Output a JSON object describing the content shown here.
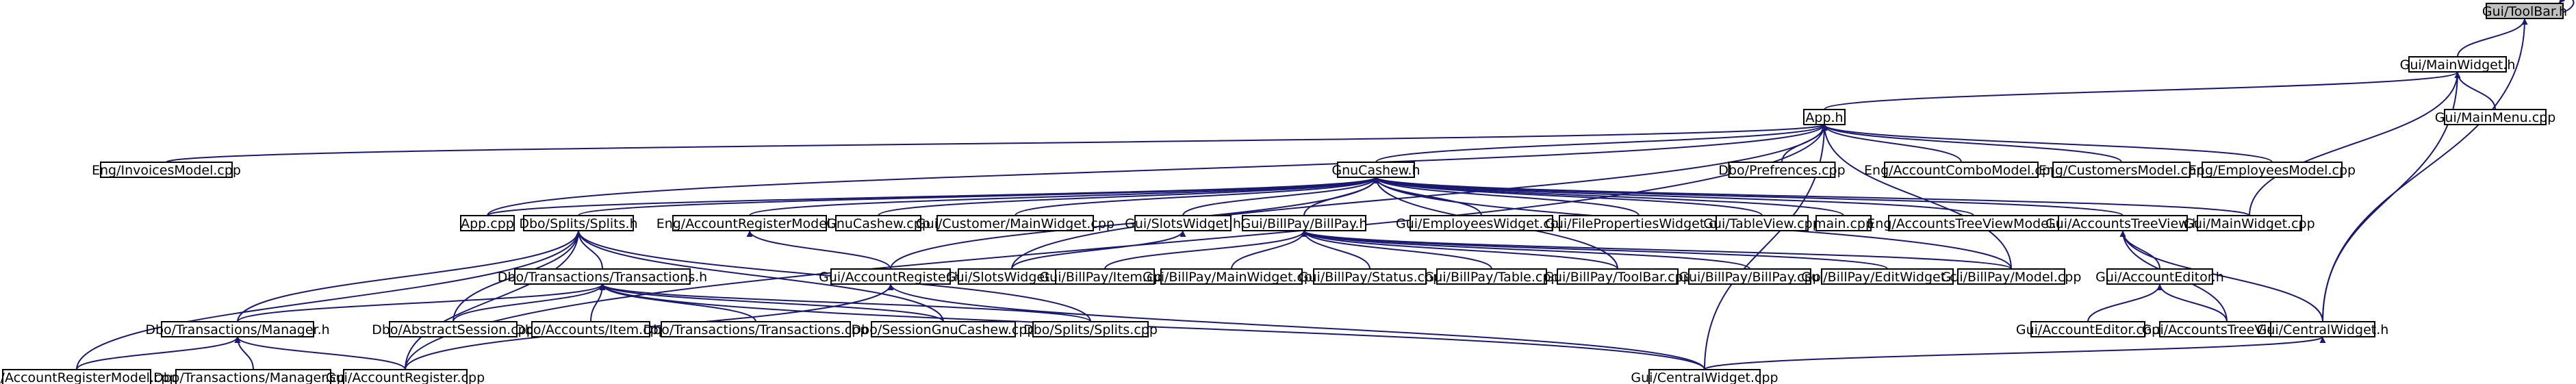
{
  "graph": {
    "root": "Gui/ToolBar.h",
    "edge_color": "#191970",
    "root_fill": "#bfbfbf",
    "nodes": [
      {
        "id": "toolbar_h",
        "label": "Gui/ToolBar.h"
      },
      {
        "id": "mainwidget_h",
        "label": "Gui/MainWidget.h"
      },
      {
        "id": "app_h",
        "label": "App.h"
      },
      {
        "id": "mainmenu_cpp",
        "label": "Gui/MainMenu.cpp"
      },
      {
        "id": "invoicesmodel_cpp",
        "label": "Eng/InvoicesModel.cpp"
      },
      {
        "id": "gnucashew_h",
        "label": "GnuCashew.h"
      },
      {
        "id": "prefrences_cpp",
        "label": "Dbo/Prefrences.cpp"
      },
      {
        "id": "accountcombomodel_cpp",
        "label": "Eng/AccountComboModel.cpp"
      },
      {
        "id": "customersmodel_cpp",
        "label": "Eng/CustomersModel.cpp"
      },
      {
        "id": "employeesmodel_cpp",
        "label": "Eng/EmployeesModel.cpp"
      },
      {
        "id": "app_cpp",
        "label": "App.cpp"
      },
      {
        "id": "splits_h",
        "label": "Dbo/Splits/Splits.h"
      },
      {
        "id": "accountregistermodel_h",
        "label": "Eng/AccountRegisterModel.h"
      },
      {
        "id": "gnucashew_cpp",
        "label": "GnuCashew.cpp"
      },
      {
        "id": "customer_mainwidget_cpp",
        "label": "Gui/Customer/MainWidget.cpp"
      },
      {
        "id": "slotswidget_h",
        "label": "Gui/SlotsWidget.h"
      },
      {
        "id": "billpay_h",
        "label": "Gui/BillPay/BillPay.h"
      },
      {
        "id": "employeeswidget_cpp",
        "label": "Gui/EmployeesWidget.cpp"
      },
      {
        "id": "filepropertieswidget_cpp",
        "label": "Gui/FilePropertiesWidget.cpp"
      },
      {
        "id": "tableview_cpp",
        "label": "Gui/TableView.cpp"
      },
      {
        "id": "main_cpp",
        "label": "main.cpp"
      },
      {
        "id": "accountstreeviewmodel_cpp",
        "label": "Eng/AccountsTreeViewModel.cpp"
      },
      {
        "id": "accountstreeview_h",
        "label": "Gui/AccountsTreeView.h"
      },
      {
        "id": "mainwidget_cpp",
        "label": "Gui/MainWidget.cpp"
      },
      {
        "id": "transactions_h",
        "label": "Dbo/Transactions/Transactions.h"
      },
      {
        "id": "accountregister_h",
        "label": "Gui/AccountRegister.h"
      },
      {
        "id": "slotswidget_cpp",
        "label": "Gui/SlotsWidget.cpp"
      },
      {
        "id": "billpay_item_cpp",
        "label": "Gui/BillPay/Item.cpp"
      },
      {
        "id": "billpay_mainwidget_cpp",
        "label": "Gui/BillPay/MainWidget.cpp"
      },
      {
        "id": "billpay_status_cpp",
        "label": "Gui/BillPay/Status.cpp"
      },
      {
        "id": "billpay_table_cpp",
        "label": "Gui/BillPay/Table.cpp"
      },
      {
        "id": "billpay_toolbar_cpp",
        "label": "Gui/BillPay/ToolBar.cpp"
      },
      {
        "id": "billpay_billpay_cpp",
        "label": "Gui/BillPay/BillPay.cpp"
      },
      {
        "id": "billpay_editwidget_cpp",
        "label": "Gui/BillPay/EditWidget.cpp"
      },
      {
        "id": "billpay_model_cpp",
        "label": "Gui/BillPay/Model.cpp"
      },
      {
        "id": "accounteditor_h",
        "label": "Gui/AccountEditor.h"
      },
      {
        "id": "manager_h",
        "label": "Dbo/Transactions/Manager.h"
      },
      {
        "id": "abstractsession_cpp",
        "label": "Dbo/AbstractSession.cpp"
      },
      {
        "id": "accounts_item_cpp",
        "label": "Dbo/Accounts/Item.cpp"
      },
      {
        "id": "transactions_cpp",
        "label": "Dbo/Transactions/Transactions.cpp"
      },
      {
        "id": "sessiongnucashew_cpp",
        "label": "Dbo/SessionGnuCashew.cpp"
      },
      {
        "id": "splits_cpp",
        "label": "Dbo/Splits/Splits.cpp"
      },
      {
        "id": "accounteditor_cpp",
        "label": "Gui/AccountEditor.cpp"
      },
      {
        "id": "accountstreeview_cpp",
        "label": "Gui/AccountsTreeView.cpp"
      },
      {
        "id": "centralwidget_h",
        "label": "Gui/CentralWidget.h"
      },
      {
        "id": "accountregistermodel_cpp",
        "label": "Eng/AccountRegisterModel.cpp"
      },
      {
        "id": "manager_cpp",
        "label": "Dbo/Transactions/Manager.cpp"
      },
      {
        "id": "accountregister_cpp",
        "label": "Gui/AccountRegister.cpp"
      },
      {
        "id": "centralwidget_cpp",
        "label": "Gui/CentralWidget.cpp"
      }
    ],
    "edges": [
      [
        "toolbar_h",
        "toolbar_h"
      ],
      [
        "toolbar_h",
        "mainwidget_h"
      ],
      [
        "toolbar_h",
        "centralwidget_h"
      ],
      [
        "mainwidget_h",
        "app_h"
      ],
      [
        "mainwidget_h",
        "mainmenu_cpp"
      ],
      [
        "mainwidget_h",
        "mainwidget_cpp"
      ],
      [
        "mainwidget_h",
        "centralwidget_h"
      ],
      [
        "app_h",
        "invoicesmodel_cpp"
      ],
      [
        "app_h",
        "gnucashew_h"
      ],
      [
        "app_h",
        "prefrences_cpp"
      ],
      [
        "app_h",
        "accountcombomodel_cpp"
      ],
      [
        "app_h",
        "customersmodel_cpp"
      ],
      [
        "app_h",
        "employeesmodel_cpp"
      ],
      [
        "app_h",
        "app_cpp"
      ],
      [
        "app_h",
        "slotswidget_cpp"
      ],
      [
        "app_h",
        "billpay_model_cpp"
      ],
      [
        "app_h",
        "accountregister_cpp"
      ],
      [
        "app_h",
        "centralwidget_cpp"
      ],
      [
        "gnucashew_h",
        "app_cpp"
      ],
      [
        "gnucashew_h",
        "splits_h"
      ],
      [
        "gnucashew_h",
        "accountregistermodel_h"
      ],
      [
        "gnucashew_h",
        "gnucashew_cpp"
      ],
      [
        "gnucashew_h",
        "customer_mainwidget_cpp"
      ],
      [
        "gnucashew_h",
        "slotswidget_h"
      ],
      [
        "gnucashew_h",
        "billpay_h"
      ],
      [
        "gnucashew_h",
        "employeeswidget_cpp"
      ],
      [
        "gnucashew_h",
        "filepropertieswidget_cpp"
      ],
      [
        "gnucashew_h",
        "tableview_cpp"
      ],
      [
        "gnucashew_h",
        "main_cpp"
      ],
      [
        "gnucashew_h",
        "accountstreeviewmodel_cpp"
      ],
      [
        "gnucashew_h",
        "accountstreeview_h"
      ],
      [
        "gnucashew_h",
        "mainwidget_cpp"
      ],
      [
        "gnucashew_h",
        "accountregister_h"
      ],
      [
        "gnucashew_h",
        "billpay_toolbar_cpp"
      ],
      [
        "gnucashew_h",
        "billpay_model_cpp"
      ],
      [
        "splits_h",
        "transactions_h"
      ],
      [
        "splits_h",
        "manager_h"
      ],
      [
        "splits_h",
        "abstractsession_cpp"
      ],
      [
        "splits_h",
        "sessiongnucashew_cpp"
      ],
      [
        "splits_h",
        "splits_cpp"
      ],
      [
        "splits_h",
        "accountregistermodel_cpp"
      ],
      [
        "splits_h",
        "accountregister_cpp"
      ],
      [
        "accountregistermodel_h",
        "accountregister_h"
      ],
      [
        "slotswidget_h",
        "slotswidget_cpp"
      ],
      [
        "billpay_h",
        "billpay_item_cpp"
      ],
      [
        "billpay_h",
        "billpay_mainwidget_cpp"
      ],
      [
        "billpay_h",
        "billpay_status_cpp"
      ],
      [
        "billpay_h",
        "billpay_table_cpp"
      ],
      [
        "billpay_h",
        "billpay_toolbar_cpp"
      ],
      [
        "billpay_h",
        "billpay_billpay_cpp"
      ],
      [
        "billpay_h",
        "billpay_editwidget_cpp"
      ],
      [
        "billpay_h",
        "billpay_model_cpp"
      ],
      [
        "accountstreeview_h",
        "accounteditor_h"
      ],
      [
        "accountstreeview_h",
        "accountstreeview_cpp"
      ],
      [
        "accountstreeview_h",
        "centralwidget_h"
      ],
      [
        "transactions_h",
        "manager_h"
      ],
      [
        "transactions_h",
        "abstractsession_cpp"
      ],
      [
        "transactions_h",
        "accounts_item_cpp"
      ],
      [
        "transactions_h",
        "transactions_cpp"
      ],
      [
        "transactions_h",
        "sessiongnucashew_cpp"
      ],
      [
        "transactions_h",
        "splits_cpp"
      ],
      [
        "transactions_h",
        "centralwidget_cpp"
      ],
      [
        "accountregister_h",
        "accountregister_cpp"
      ],
      [
        "accountregister_h",
        "centralwidget_cpp"
      ],
      [
        "accounteditor_h",
        "accounteditor_cpp"
      ],
      [
        "accounteditor_h",
        "accountstreeview_cpp"
      ],
      [
        "manager_h",
        "accountregistermodel_cpp"
      ],
      [
        "manager_h",
        "manager_cpp"
      ],
      [
        "manager_h",
        "accountregister_cpp"
      ],
      [
        "centralwidget_h",
        "centralwidget_cpp"
      ]
    ]
  }
}
